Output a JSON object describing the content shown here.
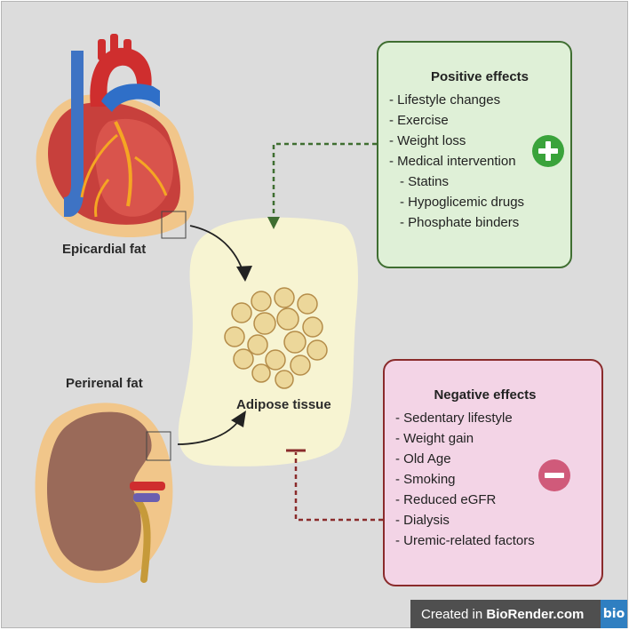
{
  "labels": {
    "epicardial": "Epicardial fat",
    "perirenal": "Perirenal fat",
    "adipose": "Adipose tissue"
  },
  "positive": {
    "title": "Positive effects",
    "items": [
      "- Lifestyle changes",
      "- Exercise",
      "- Weight loss",
      "- Medical intervention",
      "- Statins",
      "- Hypoglicemic drugs",
      "- Phosphate binders"
    ],
    "icon": "plus-circle-icon",
    "accent": "#3aa33b"
  },
  "negative": {
    "title": "Negative effects",
    "items": [
      "- Sedentary lifestyle",
      "- Weight gain",
      "- Old Age",
      "- Smoking",
      "- Reduced eGFR",
      "- Dialysis",
      "- Uremic-related factors"
    ],
    "icon": "minus-circle-icon",
    "accent": "#d05a7a"
  },
  "footer": {
    "prefix": "Created in ",
    "brand": "BioRender.com",
    "logo": "bio"
  },
  "colors": {
    "background": "#dcdcdc",
    "tissue_blob": "#f7f4d2",
    "positive_box": "#dff0d7",
    "positive_border": "#3f6e31",
    "negative_box": "#f3d4e6",
    "negative_border": "#8a2b2b",
    "footer": "#4f4f4f",
    "logo": "#2f7fc1"
  }
}
